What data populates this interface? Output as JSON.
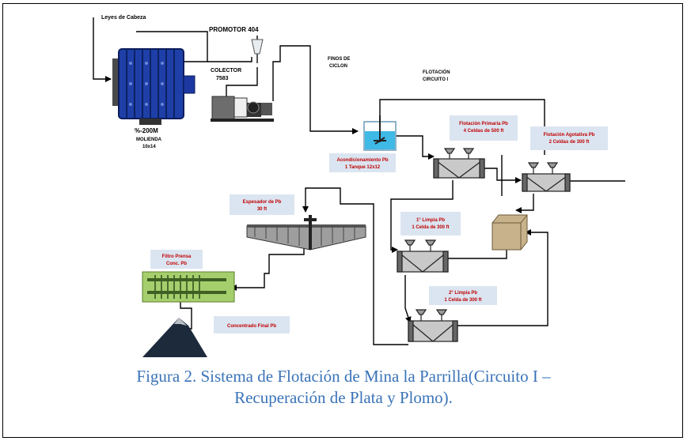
{
  "labels": {
    "leyes": "Leyes de Cabeza",
    "promotor": "PROMOTOR 404",
    "colector_1": "COLECTOR",
    "colector_2": "7583",
    "finos_1": "FINOS DE",
    "finos_2": "CICLON",
    "flot_1": "FLOTACIÓN",
    "flot_2": "CIRCUITO I",
    "molienda_1": "%-200M",
    "molienda_2": "MOLIENDA",
    "molienda_3": "10x14"
  },
  "boxes": {
    "acond_1": "Acondicionamiento Pb",
    "acond_2": "1 Tanque 12x12",
    "primaria_1": "Flotación Primaria Pb",
    "primaria_2": "4 Celdas de 500 ft",
    "agotativa_1": "Flotación Agotativa  Pb",
    "agotativa_2": "2 Celdas de 300 ft",
    "espesador_1": "Espesador de Pb",
    "espesador_2": "30 ft",
    "limpia1_1": "1° Limpia Pb",
    "limpia1_2": "1 Celda de 300 ft",
    "filtro_1": "Filtro Prensa",
    "filtro_2": "Conc. Pb",
    "limpia2_1": "2° Limpia Pb",
    "limpia2_2": "1 Celda de  300 ft",
    "concentrado": "Concentrado Final Pb"
  },
  "caption": {
    "line1": "Figura 2.  Sistema de Flotación de Mina la Parrilla(Circuito I –",
    "line2": "Recuperación de Plata y Plomo)."
  },
  "colors": {
    "box_fill": "#dbe5f1",
    "box_text": "#c00000",
    "caption": "#3a73b8",
    "mill": "#1f3fa8",
    "tank_water": "#3fb9e6",
    "filter": "#a5cf6d",
    "cube": "#c7b28b"
  }
}
